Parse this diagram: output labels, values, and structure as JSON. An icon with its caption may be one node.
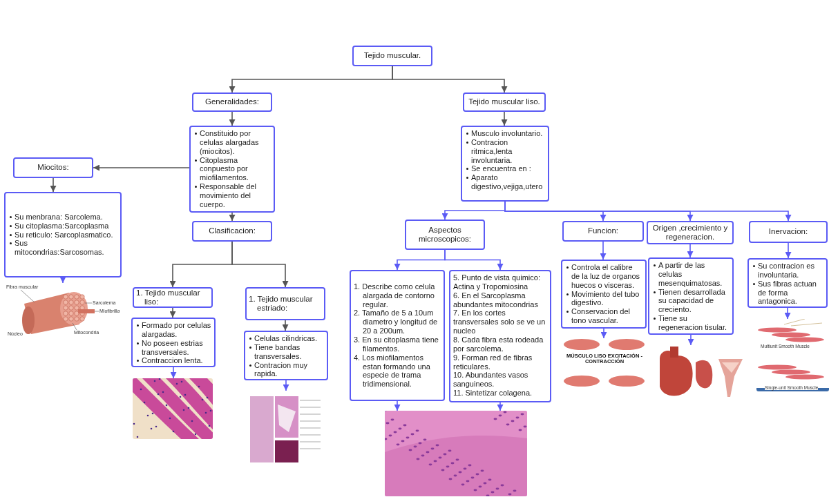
{
  "diagram": {
    "nodes": [
      {
        "text": [
          "Tejido muscular."
        ]
      },
      {
        "text": [
          "Generalidades:"
        ]
      },
      {
        "text": [
          "Tejido muscular liso."
        ]
      },
      {
        "text": [
          "Constituido por celulas alargadas (miocitos).",
          "Citoplasma conpuesto por miofilamentos.",
          "Responsable del movimiento del cuerpo."
        ]
      },
      {
        "text": [
          "Miocitos:"
        ]
      },
      {
        "text": [
          "Su menbrana: Sarcolema.",
          "Su citoplasma:Sarcoplasma",
          "Su reticulo: Sarcoplasmatico.",
          "Sus mitocondrias:Sarcosomas."
        ]
      },
      {
        "text": [
          "Fibra muscular",
          "Sarcolema",
          "Miofibrilla",
          "Mitocondria",
          "Núcleo"
        ]
      },
      {
        "text": [
          "Clasificacion:"
        ]
      },
      {
        "text": [
          "1. Tejido muscular liso:"
        ]
      },
      {
        "text": [
          "1. Tejido muscular estriado:"
        ]
      },
      {
        "text": [
          "Formado por celulas alargadas.",
          "No poseen estrias transversales.",
          "Contraccion lenta."
        ]
      },
      {
        "text": [
          "Celulas  cilindricas.",
          "Tiene bandas transversales.",
          "Contracion muy rapida."
        ]
      },
      {
        "text": [],
        "shape": "picture"
      },
      {
        "text": [],
        "shape": "picture"
      },
      {
        "text": [
          "Musculo involuntario.",
          "Contracion ritmica,lenta involuntaria.",
          "Se encuentra en :",
          "Aparato digestivo,vejiga,utero"
        ]
      },
      {
        "text": [
          "Aspectos microscopicos:"
        ]
      },
      {
        "text": [
          "Funcion:"
        ]
      },
      {
        "text": [
          "Origen ,crecimiento y regeneracion."
        ]
      },
      {
        "text": [
          "Inervacion:"
        ]
      },
      {
        "text": [
          "1. Describe como celula alargada de contorno regular.",
          "2. Tamaño de 5 a 10um diametro y longitud de 20 a 200um.",
          "3. En su citoplasma tiene filamentos.",
          "4. Los miofilamentos estan formando una especie de trama tridimensional."
        ]
      },
      {
        "text": [
          "5. Punto de vista quimico: Actina y Tropomiosina",
          "6. En el Sarcoplasma abundantes mitocondrias",
          "7. En los cortes transversales solo se ve un nucleo",
          "8. Cada fibra esta rodeada por sarcolema.",
          "9. Forman red de fibras reticulares.",
          "10. Abundantes vasos sanguineos.",
          "11. Sintetizar colagena."
        ]
      },
      {
        "text": [],
        "shape": "picture"
      },
      {
        "text": [
          "Controla el calibre de la luz de organos huecos o visceras.",
          "Movimiento del tubo digestivo.",
          "Conservacion del tono vascular."
        ]
      },
      {
        "text": [
          "A partir de las celulas mesenquimatosas.",
          "Tienen desarrollada su capacidad de creciento.",
          "Tiene su regeneracion tisular."
        ]
      },
      {
        "text": [
          "Su contracion es involuntaria.",
          "Sus fibras actuan de forma antagonica."
        ]
      },
      {
        "text": [
          "MÚSCULO LISO EXCITACIÓN - CONTRACCIÓN"
        ]
      },
      {
        "text": [],
        "shape": "picture"
      },
      {
        "text": [
          "Multiunit Smooth Muscle",
          "Single-unit Smooth Muscle"
        ]
      }
    ],
    "edges": [
      {
        "from": 0,
        "to": 1,
        "arrow": "to",
        "color": "#555555"
      },
      {
        "from": 0,
        "to": 2,
        "arrow": "to",
        "color": "#555555"
      },
      {
        "from": 1,
        "to": 3,
        "arrow": "to",
        "color": "#555555"
      },
      {
        "from": 3,
        "to": 4,
        "arrow": "to",
        "color": "#555555"
      },
      {
        "from": 4,
        "to": 5,
        "arrow": "to",
        "color": "#555555"
      },
      {
        "from": 5,
        "to": 6,
        "arrow": "to"
      },
      {
        "from": 3,
        "to": 7,
        "arrow": "to",
        "color": "#555555"
      },
      {
        "from": 7,
        "to": 8,
        "arrow": "to",
        "color": "#555555"
      },
      {
        "from": 7,
        "to": 9,
        "arrow": "to",
        "color": "#555555"
      },
      {
        "from": 8,
        "to": 10,
        "arrow": "to",
        "color": "#555555"
      },
      {
        "from": 9,
        "to": 11,
        "arrow": "to",
        "color": "#555555"
      },
      {
        "from": 10,
        "to": 12,
        "arrow": "to"
      },
      {
        "from": 11,
        "to": 13,
        "arrow": "to"
      },
      {
        "from": 2,
        "to": 14,
        "arrow": "to",
        "color": "#555555"
      },
      {
        "from": 14,
        "to": 15,
        "arrow": "to"
      },
      {
        "from": 14,
        "to": 16,
        "arrow": "to"
      },
      {
        "from": 14,
        "to": 17,
        "arrow": "to"
      },
      {
        "from": 14,
        "to": 18,
        "arrow": "to"
      },
      {
        "from": 15,
        "to": 19,
        "arrow": "to"
      },
      {
        "from": 15,
        "to": 20,
        "arrow": "to"
      },
      {
        "from": 19,
        "to": 21,
        "arrow": "to"
      },
      {
        "from": 20,
        "to": 21,
        "arrow": "to"
      },
      {
        "from": 16,
        "to": 22,
        "arrow": "to"
      },
      {
        "from": 17,
        "to": 23,
        "arrow": "to"
      },
      {
        "from": 18,
        "to": 24,
        "arrow": "to"
      },
      {
        "from": 22,
        "to": 25,
        "arrow": "to"
      },
      {
        "from": 23,
        "to": 26,
        "arrow": "to"
      },
      {
        "from": 24,
        "to": 27,
        "arrow": "to"
      }
    ]
  }
}
